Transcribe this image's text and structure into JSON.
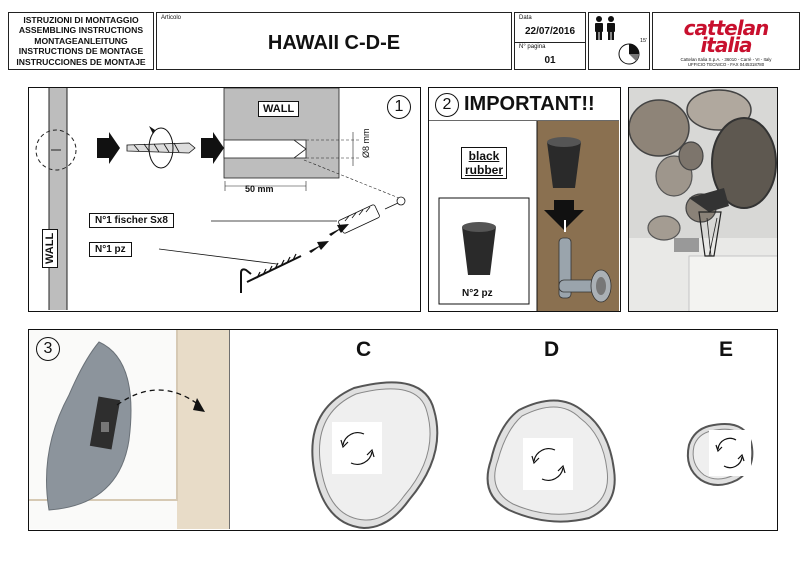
{
  "header": {
    "instructions": [
      "ISTRUZIONI DI MONTAGGIO",
      "ASSEMBLING INSTRUCTIONS",
      "MONTAGEANLEITUNG",
      "INSTRUCTIONS DE MONTAGE",
      "INSTRUCCIONES DE MONTAJE"
    ],
    "articolo_label": "Articolo",
    "title": "HAWAII C-D-E",
    "data_label": "Data",
    "date": "22/07/2016",
    "pagina_label": "N° pagina",
    "page": "01",
    "angle_label": "15'"
  },
  "logo": {
    "line1": "cattelan",
    "line2": "italia",
    "address1": "Cattelan Italia S.p.A. - 36010 - Carrè - VI - Italy",
    "address2": "UFFICIO TECNICO - FAX 0445318780"
  },
  "step1": {
    "number": "1",
    "wall_top": "WALL",
    "wall_side": "WALL",
    "diameter": "Ø8 mm",
    "depth": "50 mm",
    "fischer": "N°1 fischer Sx8",
    "pz": "N°1 pz"
  },
  "step2": {
    "number": "2",
    "title": "IMPORTANT!!",
    "rubber_line1": "black",
    "rubber_line2": "rubber",
    "count": "N°2 pz"
  },
  "step3": {
    "number": "3",
    "mirror_labels": [
      "C",
      "D",
      "E"
    ]
  }
}
